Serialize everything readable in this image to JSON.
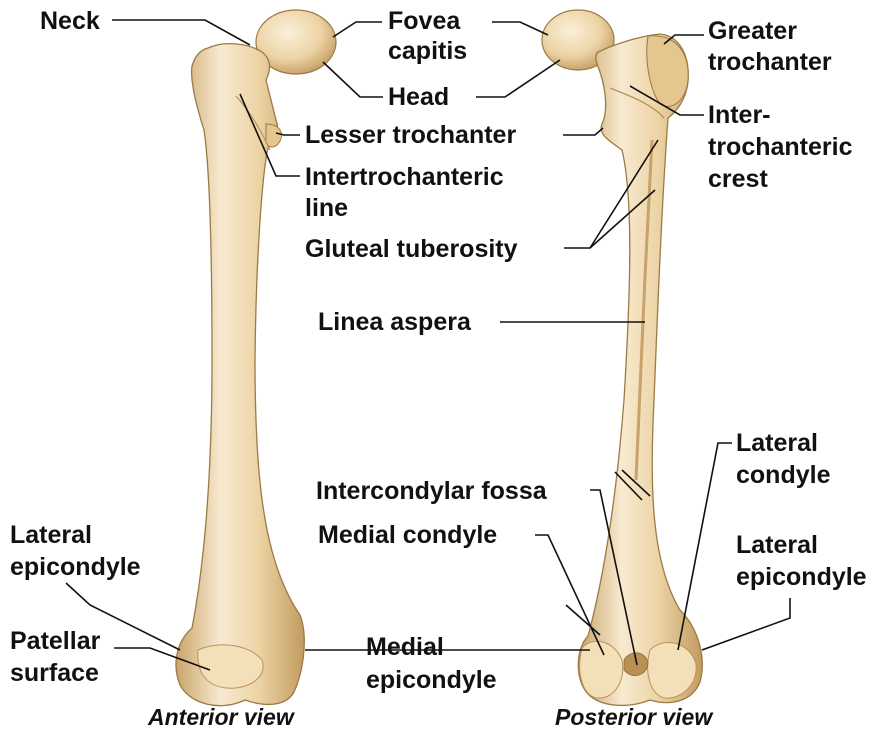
{
  "colors": {
    "bone_fill": "#ecd3a4",
    "bone_shade": "#c9a46a",
    "bone_highlight": "#f8ead0",
    "bone_outline": "#9c7a45",
    "text": "#111111"
  },
  "views": {
    "anterior": "Anterior view",
    "posterior": "Posterior view"
  },
  "labels": {
    "neck": "Neck",
    "fovea_capitis_1": "Fovea",
    "fovea_capitis_2": "capitis",
    "head": "Head",
    "lesser_trochanter": "Lesser trochanter",
    "intertrochanteric_line_1": "Intertrochanteric",
    "intertrochanteric_line_2": "line",
    "gluteal_tuberosity": "Gluteal tuberosity",
    "linea_aspera": "Linea aspera",
    "intercondylar_fossa": "Intercondylar fossa",
    "medial_condyle": "Medial condyle",
    "medial_epicondyle_1": "Medial",
    "medial_epicondyle_2": "epicondyle",
    "greater_trochanter_1": "Greater",
    "greater_trochanter_2": "trochanter",
    "intertrochanteric_crest_1": "Inter-",
    "intertrochanteric_crest_2": "trochanteric",
    "intertrochanteric_crest_3": "crest",
    "lateral_condyle_1": "Lateral",
    "lateral_condyle_2": "condyle",
    "lateral_epicondyle_right_1": "Lateral",
    "lateral_epicondyle_right_2": "epicondyle",
    "lateral_epicondyle_left_1": "Lateral",
    "lateral_epicondyle_left_2": "epicondyle",
    "patellar_surface_1": "Patellar",
    "patellar_surface_2": "surface"
  }
}
